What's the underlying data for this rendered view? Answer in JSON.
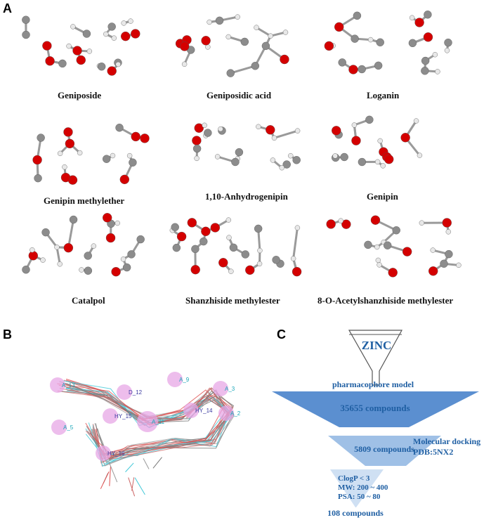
{
  "panels": {
    "a": "A",
    "b": "B",
    "c": "C"
  },
  "molecules": [
    "Geniposide",
    "Geniposidic acid",
    "Loganin",
    "Genipin methylether",
    "1,10-Anhydrogenipin",
    "Genipin",
    "Catalpol",
    "Shanzhiside methylester",
    "8-O-Acetylshanzhiside methylester"
  ],
  "pharmacophore_features": [
    "A_13",
    "D_12",
    "HY_15",
    "A_11",
    "A_9",
    "A_5",
    "HY_16",
    "HY_14",
    "A_3",
    "A_2"
  ],
  "funnel": {
    "source": "ZINC",
    "model": "pharmacophore model",
    "stage1": "35655 compounds",
    "stage2": "5809 compounds",
    "docking_line1": "Molecular docking",
    "docking_line2": "PDB:5NX2",
    "filter1": "ClogP < 3",
    "filter2": "MW: 200 ~ 400",
    "filter3": "PSA: 50 ~ 80",
    "final": "108 compounds"
  },
  "colors": {
    "oxygen": "#d40000",
    "carbon": "#8c8c8c",
    "hydrogen": "#e8e8e8",
    "funnel_dark": "#5b8fd0",
    "funnel_mid": "#9fc0e6",
    "funnel_light": "#cfe0f3",
    "text_blue": "#1f5fa3",
    "feature_pink": "#e7a7e6"
  }
}
